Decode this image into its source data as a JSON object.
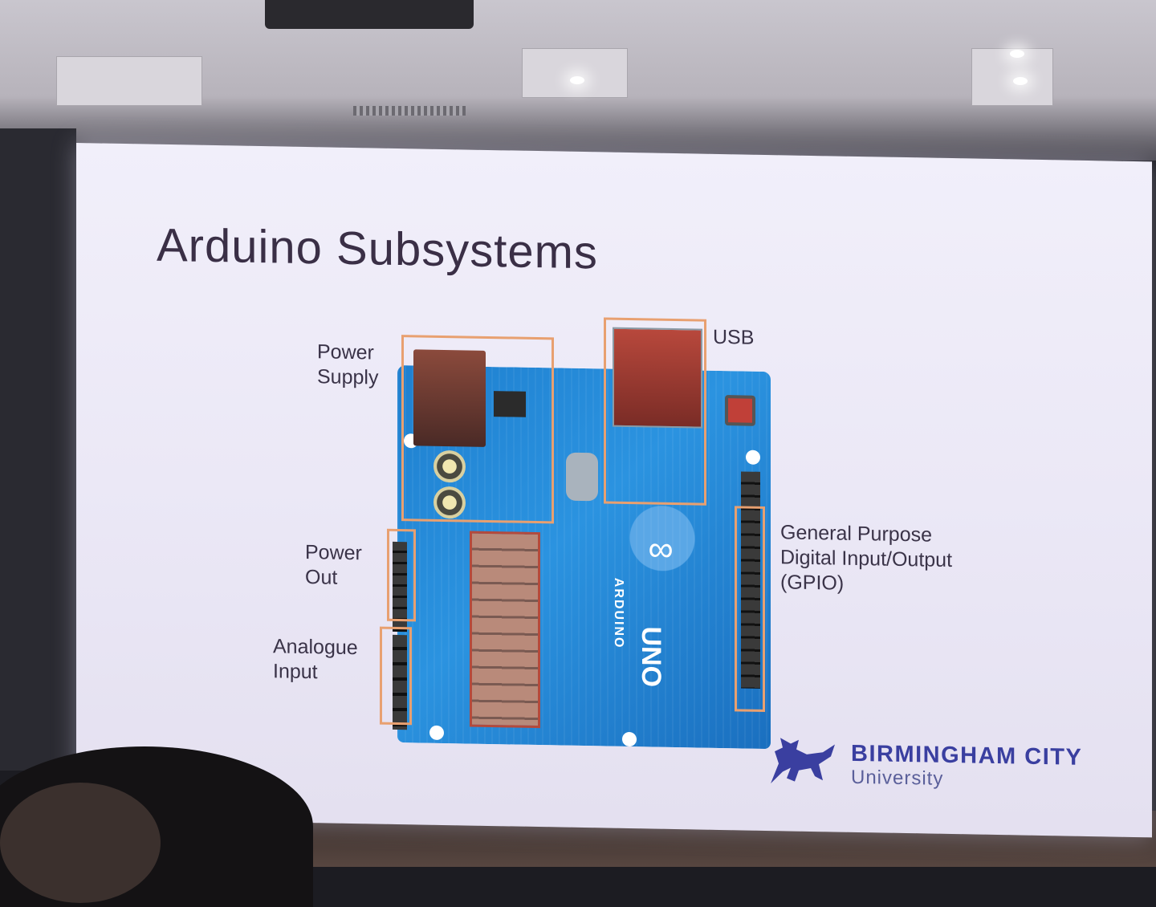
{
  "slide": {
    "title": "Arduino Subsystems",
    "callouts": {
      "power_supply": [
        "Power",
        "Supply"
      ],
      "usb": "USB",
      "gpio": [
        "General Purpose",
        "Digital Input/Output",
        "(GPIO)"
      ],
      "power_out": [
        "Power",
        "Out"
      ],
      "analogue_input": [
        "Analogue",
        "Input"
      ]
    },
    "highlight_color": "#e8a070"
  },
  "board": {
    "logo_symbol": "∞",
    "brand": "ARDUINO",
    "model": "UNO"
  },
  "university_logo": {
    "name": "BIRMINGHAM CITY",
    "sub": "University",
    "color": "#3a3fa0"
  }
}
